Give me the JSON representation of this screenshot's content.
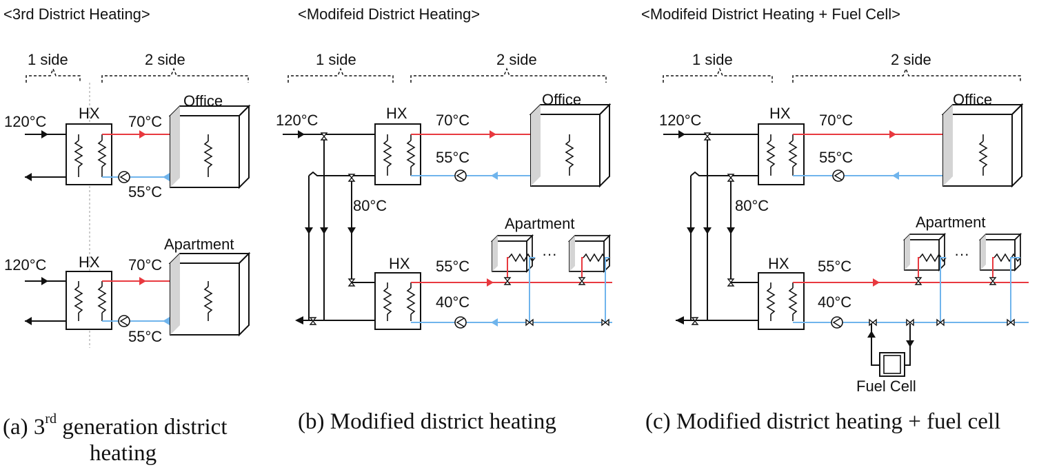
{
  "colors": {
    "hot": "#e8393f",
    "cold": "#6fb4ec",
    "pipe": "#111111",
    "shade": "#d4d4d4"
  },
  "panel_a": {
    "title": "<3rd District Heating>",
    "side1": "1 side",
    "side2": "2 side",
    "hx": "HX",
    "office": "Office",
    "apartment": "Apartment",
    "t_supply": "120°C",
    "t_hot": "70°C",
    "t_return": "55°C"
  },
  "panel_b": {
    "title": "<Modifeid District Heating>",
    "side1": "1 side",
    "side2": "2 side",
    "hx": "HX",
    "office": "Office",
    "apartment": "Apartment",
    "t_supply": "120°C",
    "t_hot": "70°C",
    "t_office_return": "55°C",
    "t_mid": "80°C",
    "t_apt_supply": "55°C",
    "t_apt_return": "40°C",
    "dots": "···"
  },
  "panel_c": {
    "title": "<Modifeid District Heating + Fuel Cell>",
    "side1": "1 side",
    "side2": "2 side",
    "hx": "HX",
    "office": "Office",
    "apartment": "Apartment",
    "t_supply": "120°C",
    "t_hot": "70°C",
    "t_office_return": "55°C",
    "t_mid": "80°C",
    "t_apt_supply": "55°C",
    "t_apt_return": "40°C",
    "dots": "···",
    "fuel_cell": "Fuel Cell"
  },
  "captions": {
    "a_prefix": "(a) 3",
    "a_sup": "rd",
    "a_rest": " generation district",
    "a_line2": "heating",
    "b": "(b) Modified district heating",
    "c": "(c) Modified district heating + fuel cell"
  }
}
